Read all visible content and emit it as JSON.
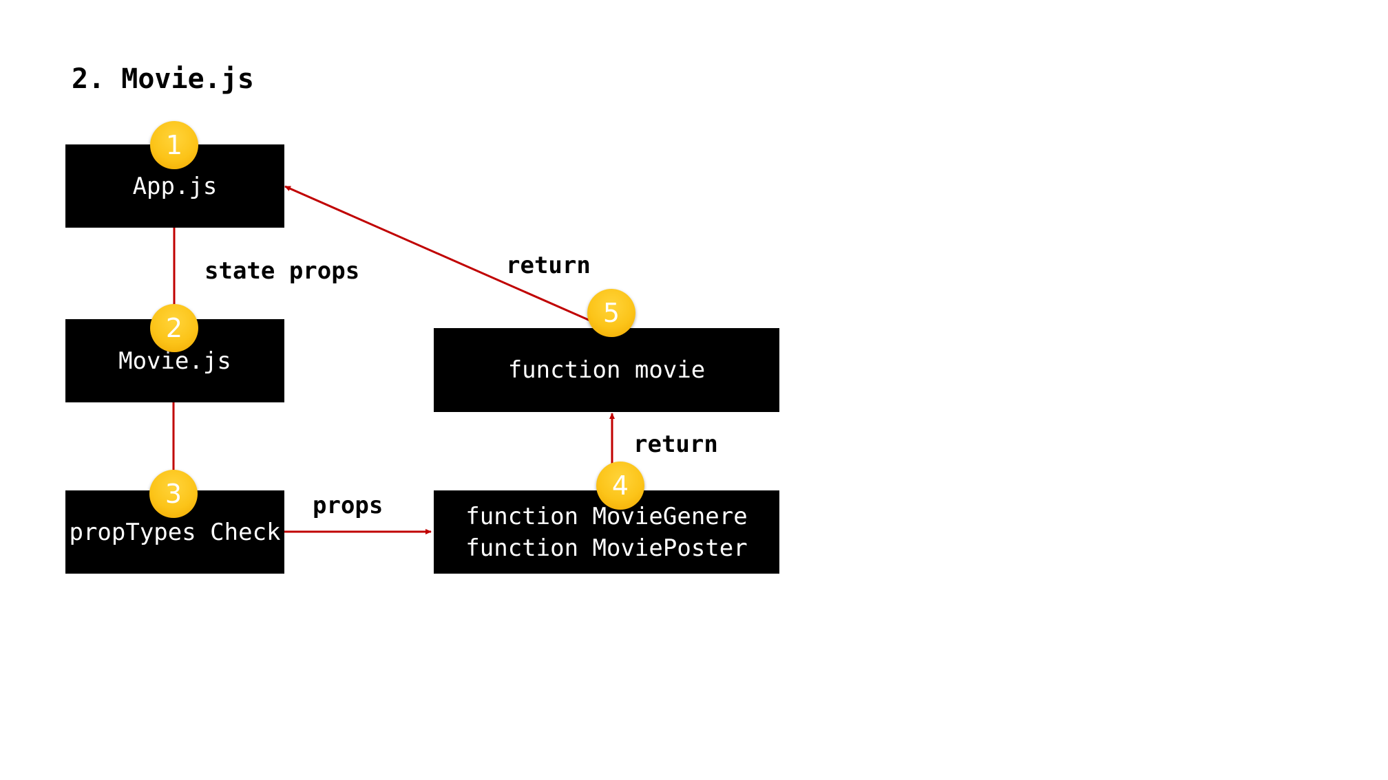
{
  "title": "2. Movie.js",
  "nodes": {
    "app": "App.js",
    "movie": "Movie.js",
    "proptypes": "propTypes Check",
    "function_movie": "function movie",
    "functions": [
      "function MovieGenere",
      "function MoviePoster"
    ]
  },
  "badges": [
    "1",
    "2",
    "3",
    "4",
    "5"
  ],
  "edge_labels": {
    "state_props": "state props",
    "props": "props",
    "return_upper": "return",
    "return_lower": "return"
  },
  "colors": {
    "box": "#000000",
    "badge": "#fcc419",
    "arrow": "#c00000"
  }
}
